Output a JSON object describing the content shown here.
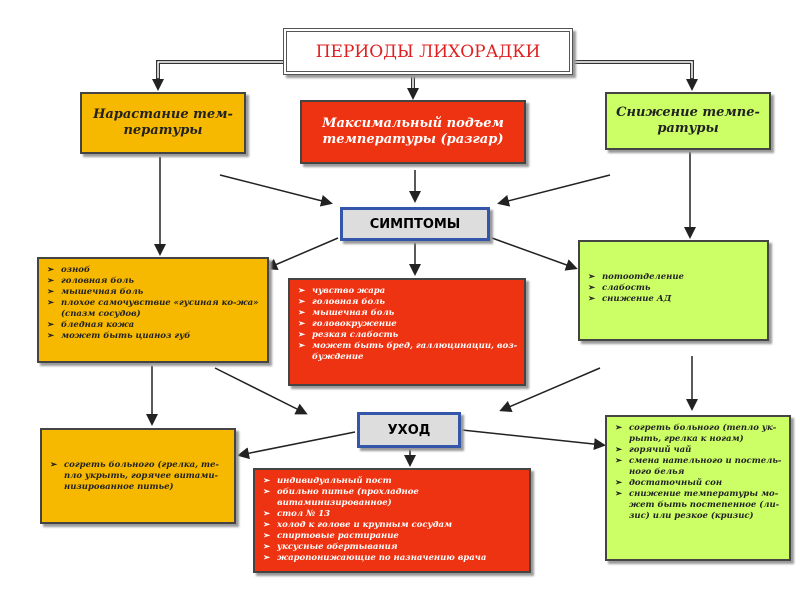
{
  "title": "ПЕРИОДЫ ЛИХОРАДКИ",
  "periods": [
    "Нарастание тем-пературы",
    "Максимальный подъем температуры (разгар)",
    "Снижение темпе-ратуры"
  ],
  "symptoms_label": "СИМПТОМЫ",
  "care_label": "УХОД",
  "symptoms": {
    "rise": [
      "озноб",
      "головная боль",
      "мышечная боль",
      "плохое самочувствие «гусиная ко-жа» (спазм сосудов)",
      "бледная кожа",
      "может быть цианоз губ"
    ],
    "peak": [
      "чувство жара",
      "головная боль",
      "мышечная боль",
      "головокружение",
      "резкая слабость",
      "может быть бред, галлюцинации, воз-буждение"
    ],
    "fall": [
      "потоотделение",
      "слабость",
      "снижение АД"
    ]
  },
  "care": {
    "rise": [
      "согреть больного (грелка, те-пло укрыть, горячее витами-низированное питье)"
    ],
    "peak": [
      "индивидуальный пост",
      "обильно питье (прохладное витаминизированное)",
      "стол № 13",
      "холод к голове и крупным сосудам",
      "спиртовые растирание",
      "уксусные обертывания",
      "жаропонижающие по назначению врача"
    ],
    "fall": [
      "согреть больного (тепло ук-рыть, грелка к ногам)",
      "горячий чай",
      "смена нательного и постель-ного белья",
      "достаточный сон",
      "снижение температуры мо-жет быть постепенное (ли-зис) или резкое (кризис)"
    ]
  },
  "colors": {
    "orange": "#f7b900",
    "red": "#ee3312",
    "lime": "#ccff66"
  }
}
